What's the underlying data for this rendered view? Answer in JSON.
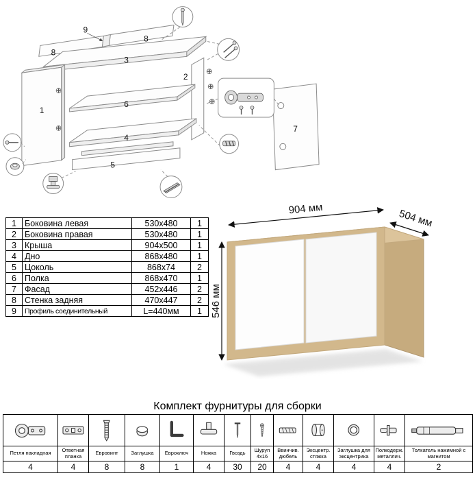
{
  "diagram": {
    "labels": {
      "p1": "1",
      "p2": "2",
      "p3": "3",
      "p4": "4",
      "p5": "5",
      "p6": "6",
      "p7": "7",
      "p8a": "8",
      "p8b": "8",
      "p9": "9"
    }
  },
  "parts_table": {
    "rows": [
      {
        "num": "1",
        "name": "Боковина левая",
        "size": "530x480",
        "qty": "1"
      },
      {
        "num": "2",
        "name": "Боковина правая",
        "size": "530x480",
        "qty": "1"
      },
      {
        "num": "3",
        "name": "Крыша",
        "size": "904x500",
        "qty": "1"
      },
      {
        "num": "4",
        "name": "Дно",
        "size": "868x480",
        "qty": "1"
      },
      {
        "num": "5",
        "name": "Цоколь",
        "size": "868x74",
        "qty": "2"
      },
      {
        "num": "6",
        "name": "Полка",
        "size": "868x470",
        "qty": "1"
      },
      {
        "num": "7",
        "name": "Фасад",
        "size": "452x446",
        "qty": "2"
      },
      {
        "num": "8",
        "name": "Стенка задняя",
        "size": "470x447",
        "qty": "2"
      },
      {
        "num": "9",
        "name": "Профиль соединительный",
        "size": "L=440мм",
        "qty": "1"
      }
    ]
  },
  "product": {
    "width_label": "904 мм",
    "depth_label": "504 мм",
    "height_label": "546 мм",
    "wood_color": "#d8bf95",
    "door_color": "#fcfcfc"
  },
  "hardware": {
    "title": "Комплект фурнитуры для сборки",
    "items": [
      {
        "icon": "hinge",
        "name": "Петля накладная",
        "qty": "4"
      },
      {
        "icon": "mounting-plate",
        "name": "Ответная планка",
        "qty": "4"
      },
      {
        "icon": "euro-screw",
        "name": "Евровинт",
        "qty": "8"
      },
      {
        "icon": "cap",
        "name": "Заглушка",
        "qty": "8"
      },
      {
        "icon": "hex-key",
        "name": "Евроключ",
        "qty": "1"
      },
      {
        "icon": "foot",
        "name": "Ножка",
        "qty": "4"
      },
      {
        "icon": "nail",
        "name": "Гвоздь",
        "qty": "30"
      },
      {
        "icon": "screw",
        "name": "Шуруп 4x16",
        "qty": "20"
      },
      {
        "icon": "dowel",
        "name": "Ввинчив. дюбель",
        "qty": "4"
      },
      {
        "icon": "cam-lock",
        "name": "Эксцентр. стяжка",
        "qty": "4"
      },
      {
        "icon": "cam-cap",
        "name": "Заглушка для эксцентрика",
        "qty": "4"
      },
      {
        "icon": "shelf-pin",
        "name": "Полкодерж. металлич.",
        "qty": "4"
      },
      {
        "icon": "push-latch",
        "name": "Толкатель нажимной с магнитом",
        "qty": "2"
      }
    ]
  }
}
